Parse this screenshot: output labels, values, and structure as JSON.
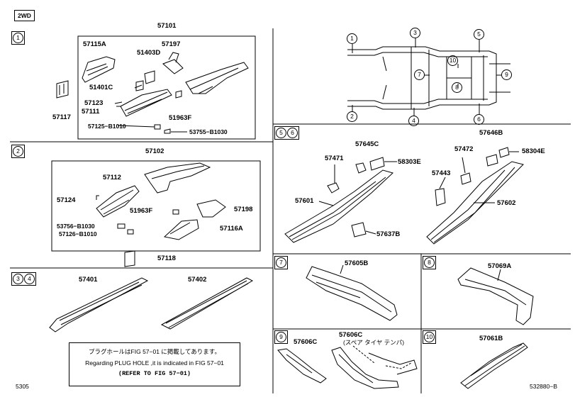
{
  "header": {
    "variant": "2WD"
  },
  "sections": {
    "s1": {
      "markers": [
        "1"
      ],
      "parts": {
        "top": "57101",
        "p57115a": "57115A",
        "p57197": "57197",
        "p51403d": "51403D",
        "p51401c": "51401C",
        "p57123": "57123",
        "p57111": "57111",
        "p57117": "57117",
        "p51963f": "51963F",
        "p57125": "57125−B1010",
        "p53755": "53755−B1030"
      }
    },
    "s2": {
      "markers": [
        "2"
      ],
      "parts": {
        "top": "57102",
        "p57112": "57112",
        "p57124": "57124",
        "p51963f": "51963F",
        "p57198": "57198",
        "p53756": "53756−B1030",
        "p57126": "57126−B1010",
        "p57116a": "57116A",
        "p57118": "57118"
      }
    },
    "s34": {
      "markers": [
        "3",
        "4"
      ],
      "parts": {
        "p57401": "57401",
        "p57402": "57402"
      }
    },
    "s56": {
      "markers": [
        "5",
        "6"
      ],
      "parts": {
        "p57645c": "57645C",
        "p57471": "57471",
        "p58303e": "58303E",
        "p57601": "57601",
        "p57637b": "57637B",
        "p57646b": "57646B",
        "p57472": "57472",
        "p58304e": "58304E",
        "p57443": "57443",
        "p57602": "57602"
      }
    },
    "s7": {
      "markers": [
        "7"
      ],
      "parts": {
        "p57605b": "57605B"
      }
    },
    "s8": {
      "markers": [
        "8"
      ],
      "parts": {
        "p57069a": "57069A"
      }
    },
    "s9": {
      "markers": [
        "9"
      ],
      "parts": {
        "p57606c_a": "57606C",
        "p57606c_b": "57606C",
        "p_spare": "(スペア タイヤ テンパ)"
      }
    },
    "s10": {
      "markers": [
        "10"
      ],
      "parts": {
        "p57061b": "57061B"
      }
    }
  },
  "overview_markers": [
    "1",
    "2",
    "3",
    "4",
    "5",
    "6",
    "7",
    "8",
    "9",
    "10"
  ],
  "note": {
    "line1": "プラグホールはFIG 57−01 に掲載してあります。",
    "line2": "Regarding PLUG HOLE ,it is indicated in FIG 57−01",
    "line3": "(REFER TO FIG 57−01)"
  },
  "footer": {
    "left": "5305",
    "right": "532880−B"
  }
}
